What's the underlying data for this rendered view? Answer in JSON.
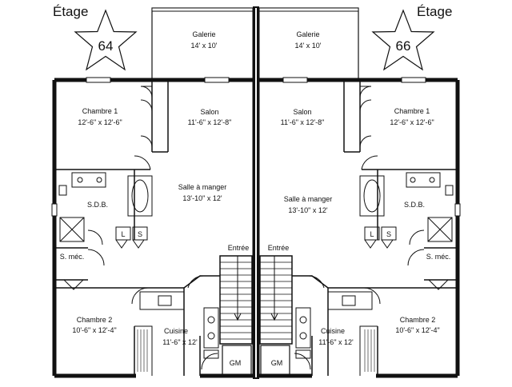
{
  "units": [
    {
      "id": "left",
      "etage_label": "Étage",
      "number": "64",
      "rooms": {
        "galerie": {
          "name": "Galerie",
          "dim": "14' x 10'"
        },
        "chambre1": {
          "name": "Chambre 1",
          "dim": "12'-6\" x 12'-6\""
        },
        "salon": {
          "name": "Salon",
          "dim": "11'-6\" x 12'-8\""
        },
        "sdb": {
          "name": "S.D.B."
        },
        "salle": {
          "name": "Salle à manger",
          "dim": "13'-10\" x 12'"
        },
        "smec": {
          "name": "S. méc."
        },
        "entree": {
          "name": "Entrée"
        },
        "chambre2": {
          "name": "Chambre 2",
          "dim": "10'-6\" x 12'-4\""
        },
        "cuisine": {
          "name": "Cuisine",
          "dim": "11'-6\" x 12'"
        },
        "gm": {
          "name": "GM"
        }
      },
      "fixtures": {
        "laundry_l": "L",
        "laundry_s": "S"
      }
    },
    {
      "id": "right",
      "etage_label": "Étage",
      "number": "66",
      "rooms": {
        "galerie": {
          "name": "Galerie",
          "dim": "14' x 10'"
        },
        "chambre1": {
          "name": "Chambre 1",
          "dim": "12'-6\" x 12'-6\""
        },
        "salon": {
          "name": "Salon",
          "dim": "11'-6\" x 12'-8\""
        },
        "sdb": {
          "name": "S.D.B."
        },
        "salle": {
          "name": "Salle à manger",
          "dim": "13'-10\" x 12'"
        },
        "smec": {
          "name": "S. méc."
        },
        "entree": {
          "name": "Entrée"
        },
        "chambre2": {
          "name": "Chambre 2",
          "dim": "10'-6\" x 12'-4\""
        },
        "cuisine": {
          "name": "Cuisine",
          "dim": "11'-6\" x 12'"
        },
        "gm": {
          "name": "GM"
        }
      },
      "fixtures": {
        "laundry_l": "L",
        "laundry_s": "S"
      }
    }
  ]
}
